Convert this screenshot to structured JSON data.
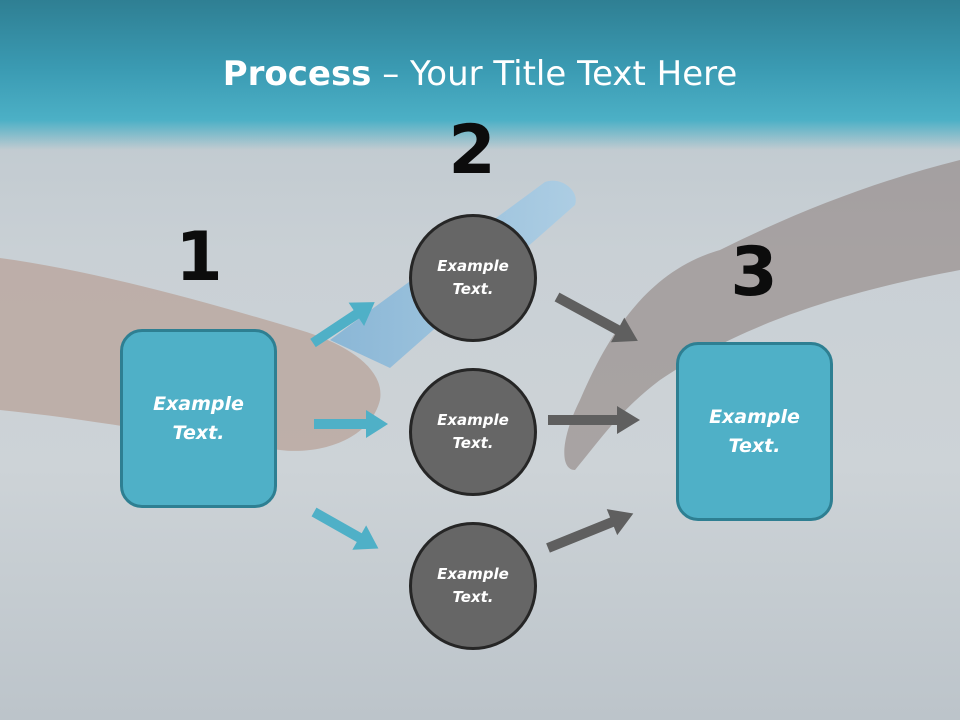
{
  "title": {
    "bold": "Process",
    "rest": " – Your Title Text Here"
  },
  "steps": [
    {
      "number": "1",
      "text_line1": "Example",
      "text_line2": "Text."
    },
    {
      "number": "2",
      "text_line1": "Example",
      "text_line2": "Text."
    },
    {
      "number": "3",
      "text_line1": "Example",
      "text_line2": "Text."
    }
  ],
  "circles": [
    {
      "text_line1": "Example",
      "text_line2": "Text."
    },
    {
      "text_line1": "Example",
      "text_line2": "Text."
    },
    {
      "text_line1": "Example",
      "text_line2": "Text."
    }
  ],
  "colors": {
    "teal": "#4fb0c7",
    "teal_dark": "#2e7f92",
    "gray": "#666666",
    "arrow_gray": "#5f5f5f"
  }
}
